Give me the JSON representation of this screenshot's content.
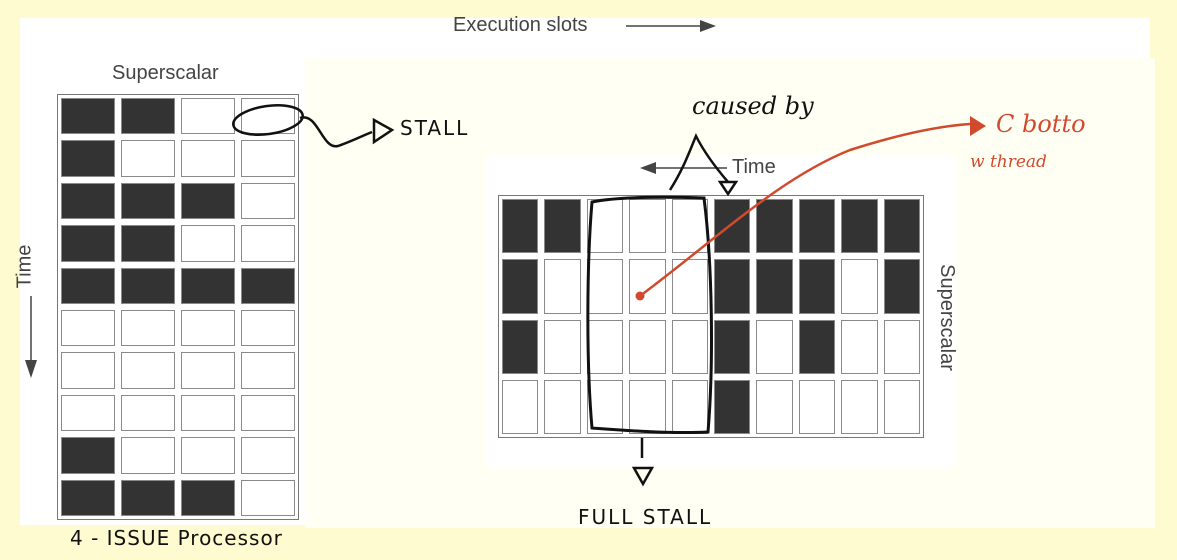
{
  "header": {
    "execution_slots": "Execution slots"
  },
  "left_diagram": {
    "title": "Superscalar",
    "time_label": "Time",
    "caption": "4 - ISSUE Processor",
    "stall_note": "STALL",
    "rows": [
      [
        1,
        1,
        0,
        0
      ],
      [
        1,
        0,
        0,
        0
      ],
      [
        1,
        1,
        1,
        0
      ],
      [
        1,
        1,
        0,
        0
      ],
      [
        1,
        1,
        1,
        1
      ],
      [
        0,
        0,
        0,
        0
      ],
      [
        0,
        0,
        0,
        0
      ],
      [
        0,
        0,
        0,
        0
      ],
      [
        1,
        0,
        0,
        0
      ],
      [
        1,
        1,
        1,
        0
      ]
    ]
  },
  "right_diagram": {
    "title": "Superscalar",
    "time_label": "Time",
    "full_stall_note": "FULL STALL",
    "caused_by_note": "caused by",
    "red_note_line1": "C botto",
    "red_note_line2": "w thread",
    "rows": [
      [
        1,
        1,
        0,
        0,
        0,
        1,
        1,
        1,
        1,
        1
      ],
      [
        1,
        0,
        0,
        0,
        0,
        1,
        1,
        1,
        0,
        1
      ],
      [
        1,
        0,
        0,
        0,
        0,
        1,
        0,
        1,
        0,
        0
      ],
      [
        0,
        0,
        0,
        0,
        0,
        1,
        0,
        0,
        0,
        0
      ]
    ]
  },
  "colors": {
    "background": "#fffbd0",
    "panel": "#ffffff",
    "filled_cell": "#333333",
    "empty_cell": "#ffffff",
    "annotation_red": "#d24a2e",
    "ink": "#111111"
  }
}
